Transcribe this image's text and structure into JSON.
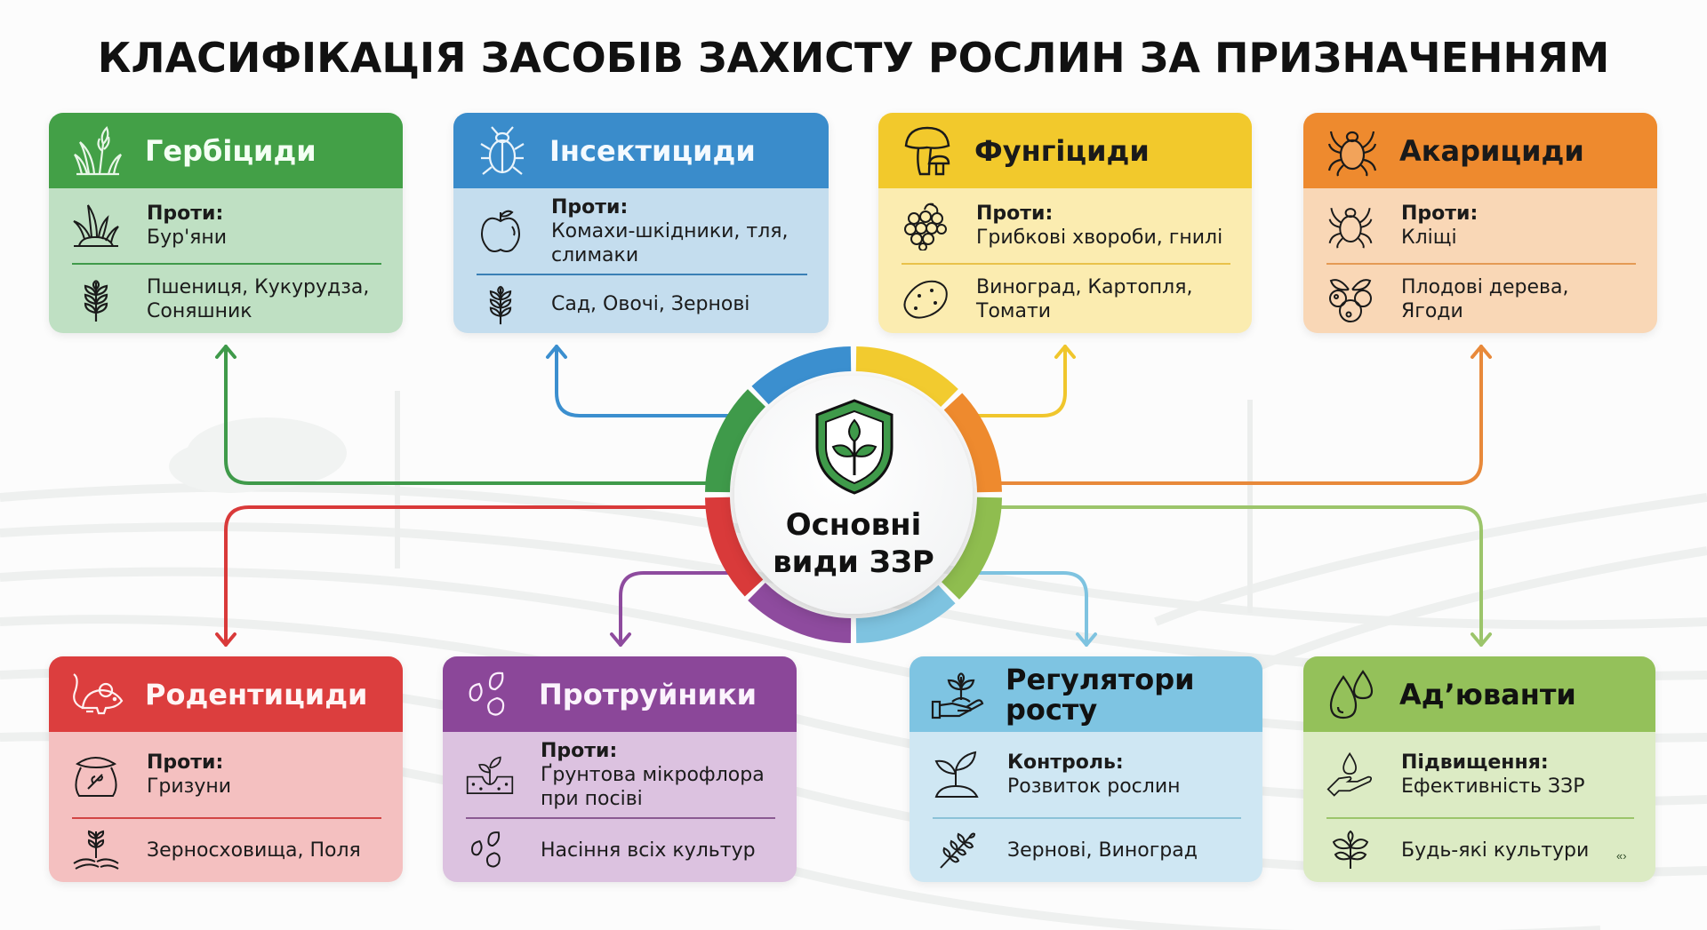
{
  "title": "КЛАСИФІКАЦІЯ ЗАСОБІВ ЗАХИСТУ РОСЛИН ЗА ПРИЗНАЧЕННЯМ",
  "hub": {
    "line1": "Основні",
    "line2": "види ЗЗР",
    "icon": "shield-sprout-icon",
    "ring_colors": [
      "#f2cb2f",
      "#ee8a2e",
      "#8fbd4f",
      "#7ec3e0",
      "#8e4b9e",
      "#d93a3a",
      "#3f9a4a",
      "#3b8fcf"
    ]
  },
  "cards": [
    {
      "id": "herbicides",
      "title": "Гербіциди",
      "header_icon": "grass-wheat-icon",
      "row1_icon": "weeds-icon",
      "row1_label": "Проти:",
      "row1_value": "Бур'яни",
      "row2_icon": "wheat-ear-icon",
      "row2_value": "Пшениця, Кукурудза, Соняшник",
      "colors": {
        "header": "#43a047",
        "body": "#bfe0c3",
        "divider": "#3f9a4a",
        "title_text": "#f4fff4"
      }
    },
    {
      "id": "insecticides",
      "title": "Інсектициди",
      "header_icon": "beetle-icon",
      "row1_icon": "apple-icon",
      "row1_label": "Проти:",
      "row1_value": "Комахи-шкідники, тля, слимаки",
      "row2_icon": "wheat-ear-icon",
      "row2_value": "Сад, Овочі, Зернові",
      "colors": {
        "header": "#3a8ccb",
        "body": "#c4ddee",
        "divider": "#3a7fb5",
        "title_text": "#f4faff"
      }
    },
    {
      "id": "fungicides",
      "title": "Фунгіциди",
      "header_icon": "mushroom-icon",
      "row1_icon": "grapes-icon",
      "row1_label": "Проти:",
      "row1_value": "Грибкові хвороби, гнилі",
      "row2_icon": "potato-icon",
      "row2_value": "Виноград, Картопля, Томати",
      "colors": {
        "header": "#f2c92c",
        "body": "#fbecb0",
        "divider": "#e9c24a",
        "title_text": "#1a1a1a"
      }
    },
    {
      "id": "acaricides",
      "title": "Акарициди",
      "header_icon": "tick-icon",
      "row1_icon": "tick-icon",
      "row1_label": "Проти:",
      "row1_value": "Кліщі",
      "row2_icon": "berries-icon",
      "row2_value": "Плодові дерева, Ягоди",
      "colors": {
        "header": "#ee8a2e",
        "body": "#f9d7b6",
        "divider": "#e49a55",
        "title_text": "#1a1a1a"
      }
    },
    {
      "id": "rodenticides",
      "title": "Родентициди",
      "header_icon": "mouse-icon",
      "row1_icon": "grain-sack-icon",
      "row1_label": "Проти:",
      "row1_value": "Гризуни",
      "row2_icon": "wheat-field-icon",
      "row2_value": "Зерносховища, Поля",
      "colors": {
        "header": "#dc3e3e",
        "body": "#f4c0c0",
        "divider": "#d24545",
        "title_text": "#fff5f5"
      }
    },
    {
      "id": "seed-treatments",
      "title": "Протруйники",
      "header_icon": "seeds-icon",
      "row1_icon": "seedling-soil-icon",
      "row1_label": "Проти:",
      "row1_value": "Ґрунтова мікрофлора при посіві",
      "row2_icon": "seeds-icon",
      "row2_value": "Насіння всіх культур",
      "colors": {
        "header": "#8b4799",
        "body": "#dcc2e0",
        "divider": "#8b5a93",
        "title_text": "#fbf3fc"
      }
    },
    {
      "id": "growth-regulators",
      "title": "Регулятори росту",
      "header_icon": "hand-sprout-icon",
      "row1_icon": "sprout-icon",
      "row1_label": "Контроль:",
      "row1_value": "Розвиток рослин",
      "row2_icon": "wheat-ear-icon",
      "row2_value": "Зернові, Виноград",
      "colors": {
        "header": "#7ec4e2",
        "body": "#cfe7f3",
        "divider": "#8cc2d8",
        "title_text": "#111111"
      }
    },
    {
      "id": "adjuvants",
      "title": "Ад’юванти",
      "header_icon": "drops-icon",
      "row1_icon": "hand-drop-icon",
      "row1_label": "Підвищення:",
      "row1_value": "Ефективність ЗЗР",
      "row2_icon": "plant-leaves-icon",
      "row2_value": "Будь-які культури",
      "colors": {
        "header": "#94c15a",
        "body": "#dcebc4",
        "divider": "#9cc56b",
        "title_text": "#111111"
      }
    }
  ],
  "artifact_glyph": "«›"
}
